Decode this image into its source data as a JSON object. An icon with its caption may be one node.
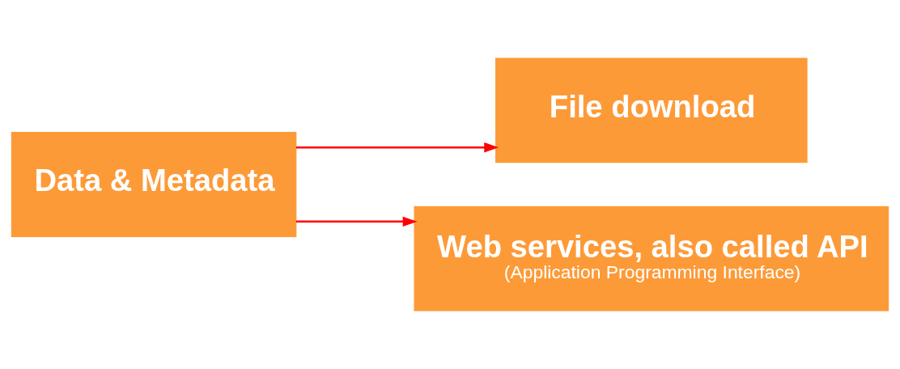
{
  "diagram": {
    "nodes": [
      {
        "text": [
          "Data & Metadata"
        ]
      },
      {
        "text": [
          "File download"
        ]
      },
      {
        "text": [
          "Web services, also called API",
          "(Application Programming Interface)"
        ]
      }
    ],
    "edges": [
      {
        "from": 0,
        "to": 1,
        "arrow": "to"
      },
      {
        "from": 0,
        "to": 2,
        "arrow": "to"
      }
    ]
  }
}
